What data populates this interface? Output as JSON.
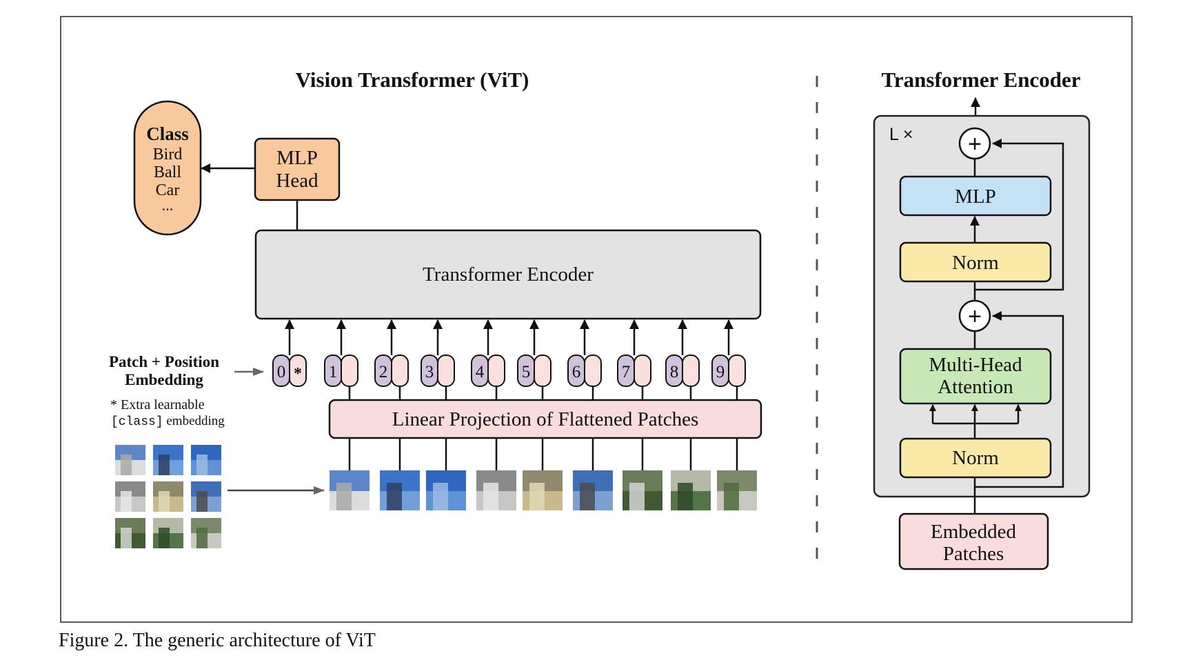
{
  "vit": {
    "title": "Vision Transformer (ViT)",
    "class_box": {
      "title": "Class",
      "items": [
        "Bird",
        "Ball",
        "Car",
        "..."
      ]
    },
    "mlp_head": [
      "MLP",
      "Head"
    ],
    "transformer_encoder": "Transformer Encoder",
    "patch_position": [
      "Patch + Position",
      "Embedding"
    ],
    "note_line1": "* Extra learnable",
    "note_code": "[class]",
    "note_rest": " embedding",
    "linear_projection": "Linear Projection of Flattened Patches",
    "tokens": [
      "0",
      "1",
      "2",
      "3",
      "4",
      "5",
      "6",
      "7",
      "8",
      "9"
    ],
    "class_token_marker": "*"
  },
  "encoder_detail": {
    "title": "Transformer Encoder",
    "repeat": "L ×",
    "plus": "+",
    "mlp": "MLP",
    "norm_top": "Norm",
    "attention": [
      "Multi-Head",
      "Attention"
    ],
    "norm_bottom": "Norm",
    "embedded_patches": [
      "Embedded",
      "Patches"
    ]
  },
  "colors": {
    "class_fill": "#f7c99d",
    "mlp_head_fill": "#f7c99d",
    "encoder_fill": "#e3e3e3",
    "projection_fill": "#f9dcdc",
    "token_index_fill": "#d1c2dc",
    "token_embed_fill": "#fbe0e0",
    "mlp_fill": "#c4e2f5",
    "norm_fill": "#fbeaa7",
    "attention_fill": "#c9e8b8",
    "embedded_fill": "#f9dcdc",
    "outer_panel_fill": "#e3e3e3"
  },
  "caption": "Figure 2. The generic architecture of ViT"
}
